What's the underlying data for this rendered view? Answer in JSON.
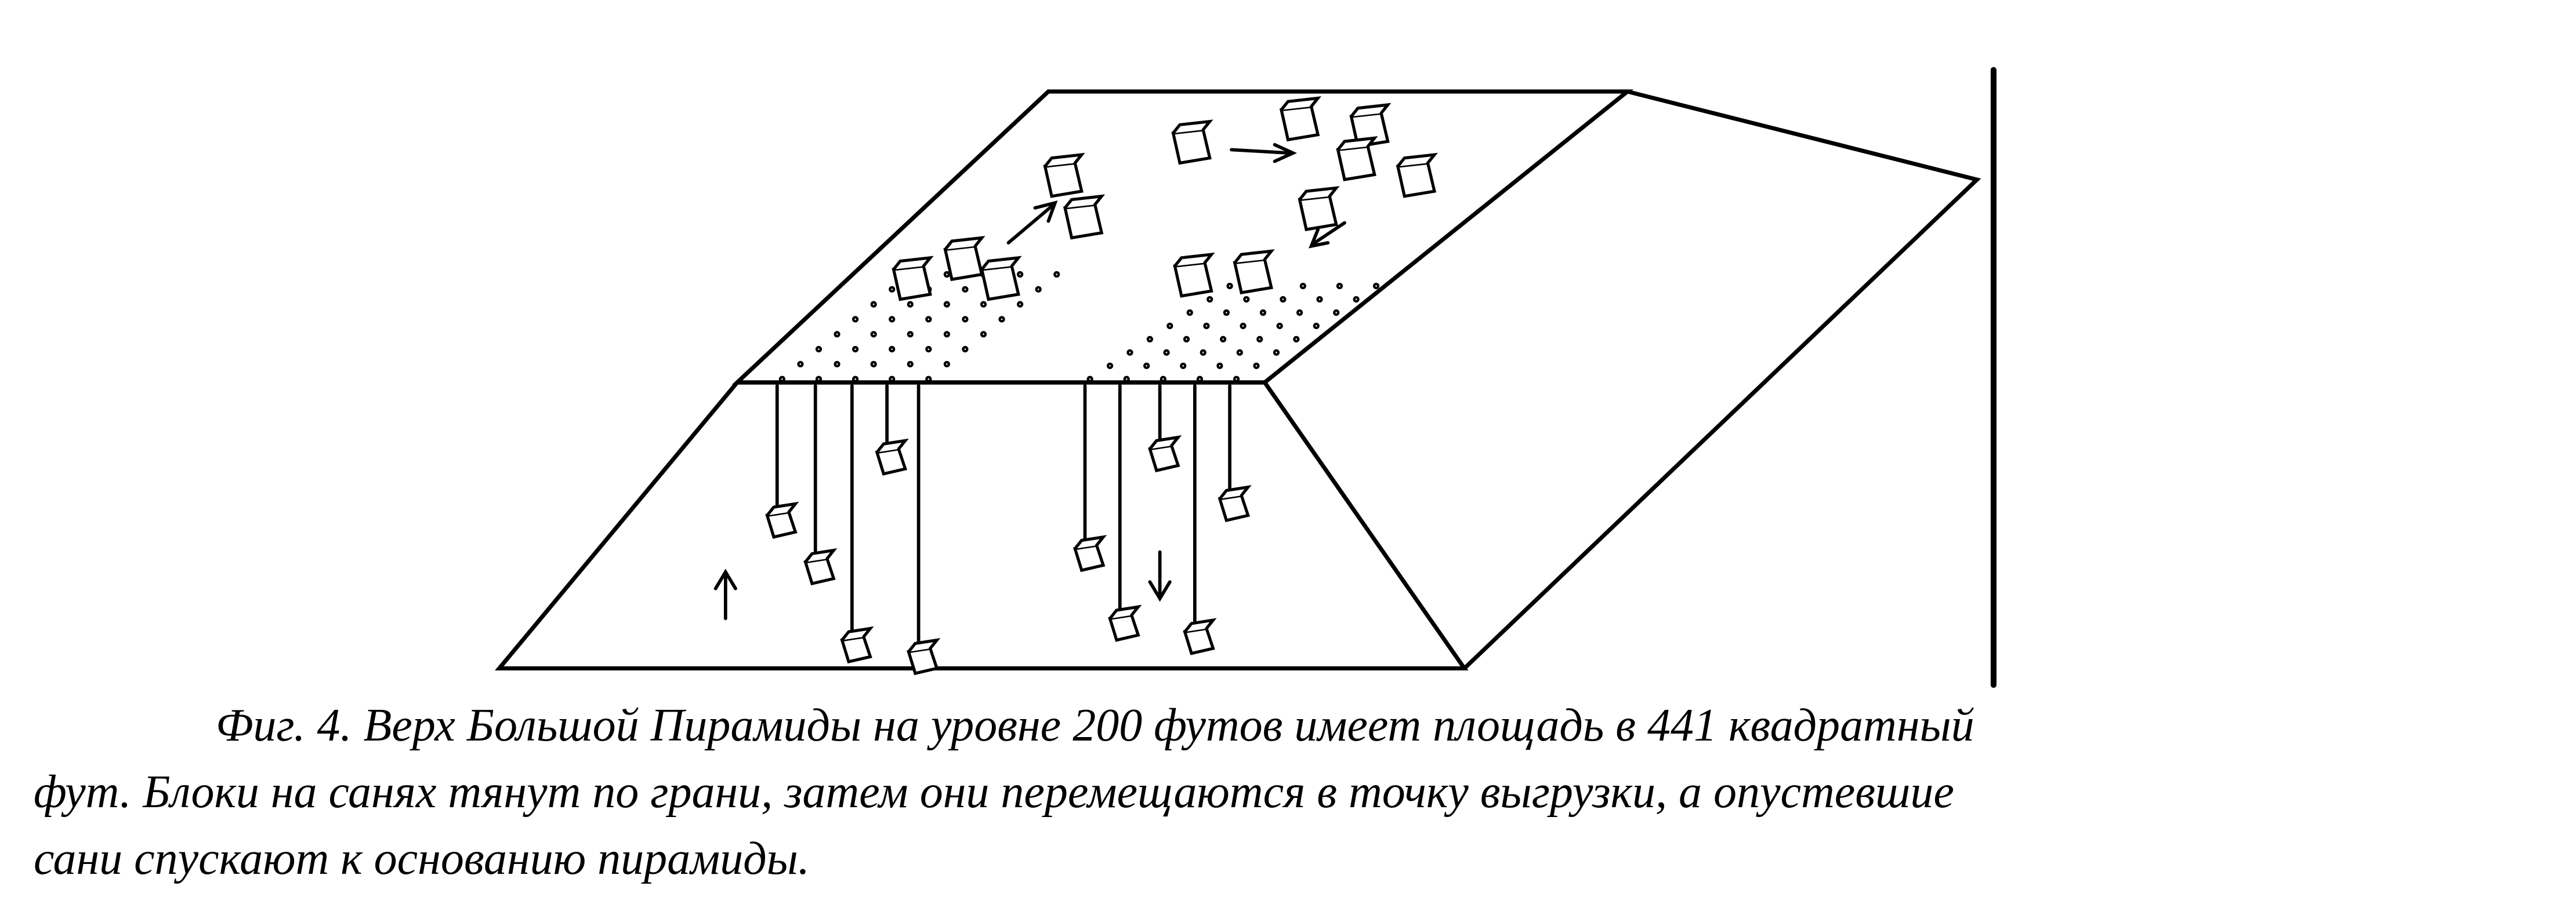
{
  "figure": {
    "caption_line1": "Фиг. 4. Верх Большой Пирамиды на уровне 200 футов имеет площадь в 441 квадратный",
    "caption_line2": "фут. Блоки на санях тянут по грани, затем они перемещаются в точку выгрузки, а опустевшие",
    "caption_line3": "сани спускают к основанию пирамиды."
  }
}
